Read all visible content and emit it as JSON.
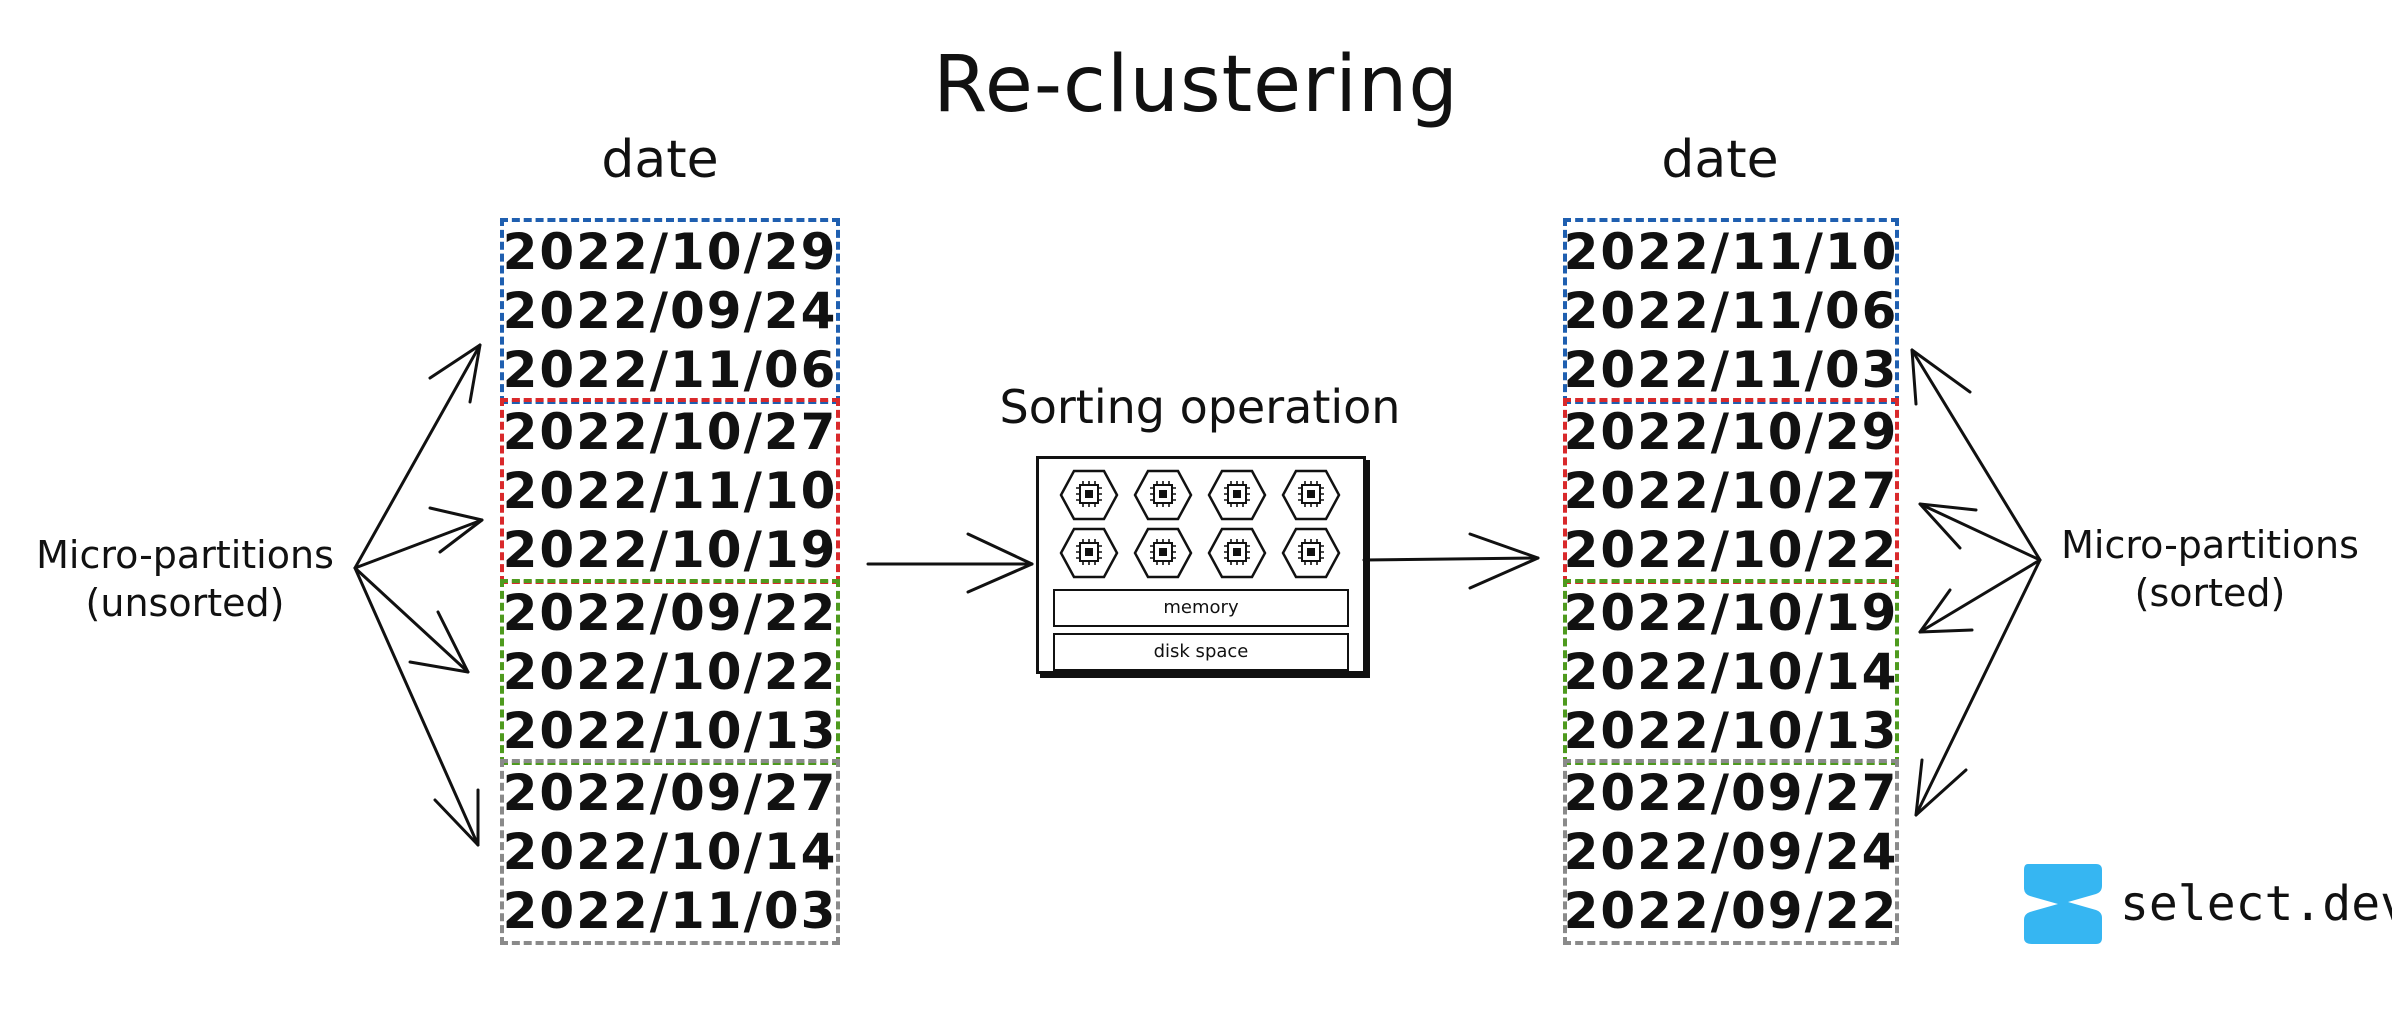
{
  "title": "Re-clustering",
  "colors": {
    "blue": "#1f5fb0",
    "red": "#d9292b",
    "green": "#4e9a1e",
    "gray": "#8a8a8a",
    "brand": "#36b6f2"
  },
  "left": {
    "label": "date",
    "groups": [
      {
        "color": "blue",
        "dates": [
          "2022/10/29",
          "2022/09/24",
          "2022/11/06"
        ]
      },
      {
        "color": "red",
        "dates": [
          "2022/10/27",
          "2022/11/10",
          "2022/10/19"
        ]
      },
      {
        "color": "green",
        "dates": [
          "2022/09/22",
          "2022/10/22",
          "2022/10/13"
        ]
      },
      {
        "color": "gray",
        "dates": [
          "2022/09/27",
          "2022/10/14",
          "2022/11/03"
        ]
      }
    ],
    "side_label_1": "Micro-partitions",
    "side_label_2": "(unsorted)"
  },
  "right": {
    "label": "date",
    "groups": [
      {
        "color": "blue",
        "dates": [
          "2022/11/10",
          "2022/11/06",
          "2022/11/03"
        ]
      },
      {
        "color": "red",
        "dates": [
          "2022/10/29",
          "2022/10/27",
          "2022/10/22"
        ]
      },
      {
        "color": "green",
        "dates": [
          "2022/10/19",
          "2022/10/14",
          "2022/10/13"
        ]
      },
      {
        "color": "gray",
        "dates": [
          "2022/09/27",
          "2022/09/24",
          "2022/09/22"
        ]
      }
    ],
    "side_label_1": "Micro-partitions",
    "side_label_2": "(sorted)"
  },
  "sorting": {
    "title": "Sorting operation",
    "memory_label": "memory",
    "disk_label": "disk space",
    "chip_icon": "cpu-chip-icon"
  },
  "brand": {
    "name": "select.dev"
  }
}
